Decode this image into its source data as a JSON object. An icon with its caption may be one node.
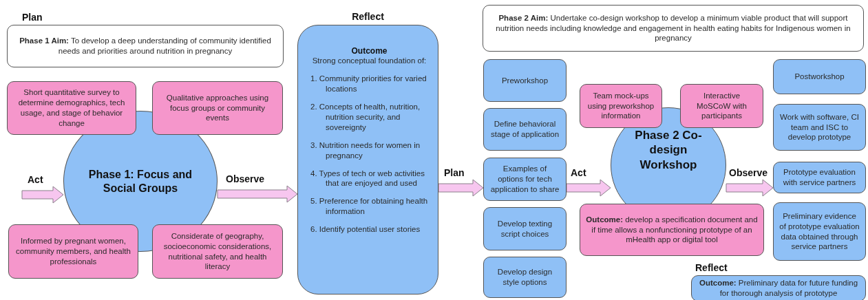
{
  "diagram": {
    "nodes": [
      {
        "text": [
          "Plan",
          "**Phase 1 Aim:** To develop a deep understanding of community identified needs and priorities around nutrition in pregnancy"
        ]
      },
      {
        "text": [
          "Phase 1: Focus and Social Groups"
        ]
      },
      {
        "text": [
          "Short quantitative survey to determine demographics, tech usage, and stage of behavior change"
        ]
      },
      {
        "text": [
          "Qualitative approaches using focus groups or community events"
        ]
      },
      {
        "text": [
          "Informed by pregnant women, community members, and health professionals"
        ]
      },
      {
        "text": [
          "Considerate of geography, socioeconomic considerations, nutritional safety, and health literacy"
        ]
      },
      {
        "text": [
          "Reflect",
          "Outcome",
          "Strong conceptual foundation of:",
          "1. Community priorities for varied locations",
          "2. Concepts of health, nutrition, nutrition security, and sovereignty",
          "3. Nutrition needs for women in pregnancy",
          "4. Types of tech or web activities that are enjoyed and used",
          "5. Preference for obtaining health information",
          "6. Identify potential user stories"
        ]
      },
      {
        "text": [
          "**Phase 2 Aim:** Undertake co-design workshop to develop a minimum viable product that will support nutrition needs including knowledge and engagement in health eating habits for Indigenous women in pregnancy"
        ]
      },
      {
        "text": [
          "Preworkshop"
        ]
      },
      {
        "text": [
          "Define behavioral stage of application"
        ]
      },
      {
        "text": [
          "Examples of options for tech application to share"
        ]
      },
      {
        "text": [
          "Develop texting script choices"
        ]
      },
      {
        "text": [
          "Develop design style options"
        ]
      },
      {
        "text": [
          "Phase 2 Co-design Workshop"
        ]
      },
      {
        "text": [
          "Team mock-ups using preworkshop information"
        ]
      },
      {
        "text": [
          "Interactive MoSCoW with participants"
        ]
      },
      {
        "text": [
          "**Outcome:** develop a specification document and if time allows a nonfunctioning prototype of an mHealth app or digital tool"
        ]
      },
      {
        "text": [
          "Postworkshop"
        ]
      },
      {
        "text": [
          "Work with software, CI team and ISC to develop prototype"
        ]
      },
      {
        "text": [
          "Prototype evaluation with service partners"
        ]
      },
      {
        "text": [
          "Preliminary evidence of prototype evaluation data obtained through service partners"
        ]
      },
      {
        "text": [
          "Reflect",
          "**Outcome:** Preliminary data for future funding for thorough analysis of prototype"
        ]
      }
    ],
    "edges": [
      {
        "from": null,
        "to": 1,
        "arrow": "to",
        "label": "Act"
      },
      {
        "from": 1,
        "to": 6,
        "arrow": "to",
        "label": "Observe"
      },
      {
        "from": 6,
        "to": 10,
        "arrow": "to",
        "label": "Plan"
      },
      {
        "from": 10,
        "to": 13,
        "arrow": "to",
        "label": "Act"
      },
      {
        "from": 13,
        "to": 19,
        "arrow": "to",
        "label": "Observe"
      }
    ]
  }
}
